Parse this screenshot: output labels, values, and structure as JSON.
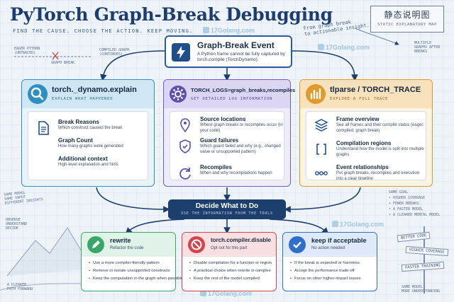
{
  "header": {
    "title": "PyTorch Graph-Break Debugging",
    "subtitle": "FIND THE CAUSE. CHOOSE THE ACTION. KEEP MOVING.",
    "badge_cn": "静态说明图",
    "badge_en": "STATIC EXPLANATORY MAP"
  },
  "watermark": "17Golang.com",
  "notes": {
    "eager": "EAGER PYTHON\n(UNTRACED)",
    "compiled": "COMPILED GRAPH\n(CONTINUES)",
    "graph_break": "GRAPH BREAK",
    "insight": "From graph break\nto actionable insight.",
    "multiple": "MULTIPLE\nGRAPHS AFTER\nBREAKS",
    "same_model_left": "SAME MODEL\nSAME INPUT\nDIFFERENT INSIGHTS",
    "observe": "OBSERVE\nUNDERSTAND\nDECIDE",
    "clearer_path": "A CLEARER\nPATH FORWARD",
    "same_goal": "SAME GOAL\n• HIGHER COVERAGE\n• FEWER BREAKS\n• A FASTER MODEL\n• A CLEARER MENTAL MODEL",
    "same_model_right": "SAME MODEL\nMORE UNDERSTANDING",
    "signs": [
      "BETTER CODE",
      "HIGHER COVERAGE",
      "FASTER TRAINING"
    ]
  },
  "event": {
    "title": "Graph-Break Event",
    "desc": "A Python frame cannot be fully captured by torch.compile (TorchDynamo)."
  },
  "tools": [
    {
      "title": "torch._dynamo.explain",
      "sub": "EXPLAIN WHAT HAPPENED",
      "color": "#2f8fc0",
      "items": [
        {
          "title": "Break Reasons",
          "desc": "Which construct caused the break"
        },
        {
          "title": "Graph Count",
          "desc": "How many graphs were generated"
        },
        {
          "title": "Additional context",
          "desc": "High-level explanation and hints"
        }
      ]
    },
    {
      "title": "TORCH_LOGS=graph_breaks,recompiles",
      "sub": "GET DETAILED LOG INFORMATION",
      "color": "#6f5fbf",
      "items": [
        {
          "title": "Source locations",
          "desc": "Where graph breaks or recompiles occur (in your code)"
        },
        {
          "title": "Guard failures",
          "desc": "Which guard failed and why (e.g., changed value or unsupported pattern)"
        },
        {
          "title": "Recompiles",
          "desc": "When and why recompilations happen"
        }
      ]
    },
    {
      "title": "tlparse / TORCH_TRACE",
      "sub": "EXPLORE A FULL TRACE",
      "color": "#e09a2a",
      "items": [
        {
          "title": "Frame overview",
          "desc": "See all frames and their compile status (eager, compiled, graph break)"
        },
        {
          "title": "Compilation regions",
          "desc": "Understand how the model is split into multiple graphs"
        },
        {
          "title": "Event relationships",
          "desc": "Put graph breaks, recompiles and execution into a clear timeline"
        }
      ]
    }
  ],
  "decide": {
    "title": "Decide What to Do",
    "sub": "USE THE INFORMATION FROM THE TOOLS"
  },
  "actions": [
    {
      "title": "rewrite",
      "sub": "Refactor the code",
      "color": "#3aa66a",
      "bullets": [
        "Use a more compiler-friendly pattern",
        "Remove or isolate unsupported constructs",
        "Keep the computation in the graph when possible"
      ]
    },
    {
      "title": "torch.compiler.disable",
      "sub": "Opt out for this part",
      "color": "#d2454f",
      "bullets": [
        "Disable compilation for a function or region",
        "A practical choice when rewrite is complex",
        "Keep the rest of the model compiled"
      ]
    },
    {
      "title": "keep if acceptable",
      "sub": "No action needed",
      "color": "#2f6fc9",
      "bullets": [
        "If the break is expected or harmless",
        "Accept the performance trade-off",
        "Focus on other higher-impact issues"
      ]
    }
  ]
}
